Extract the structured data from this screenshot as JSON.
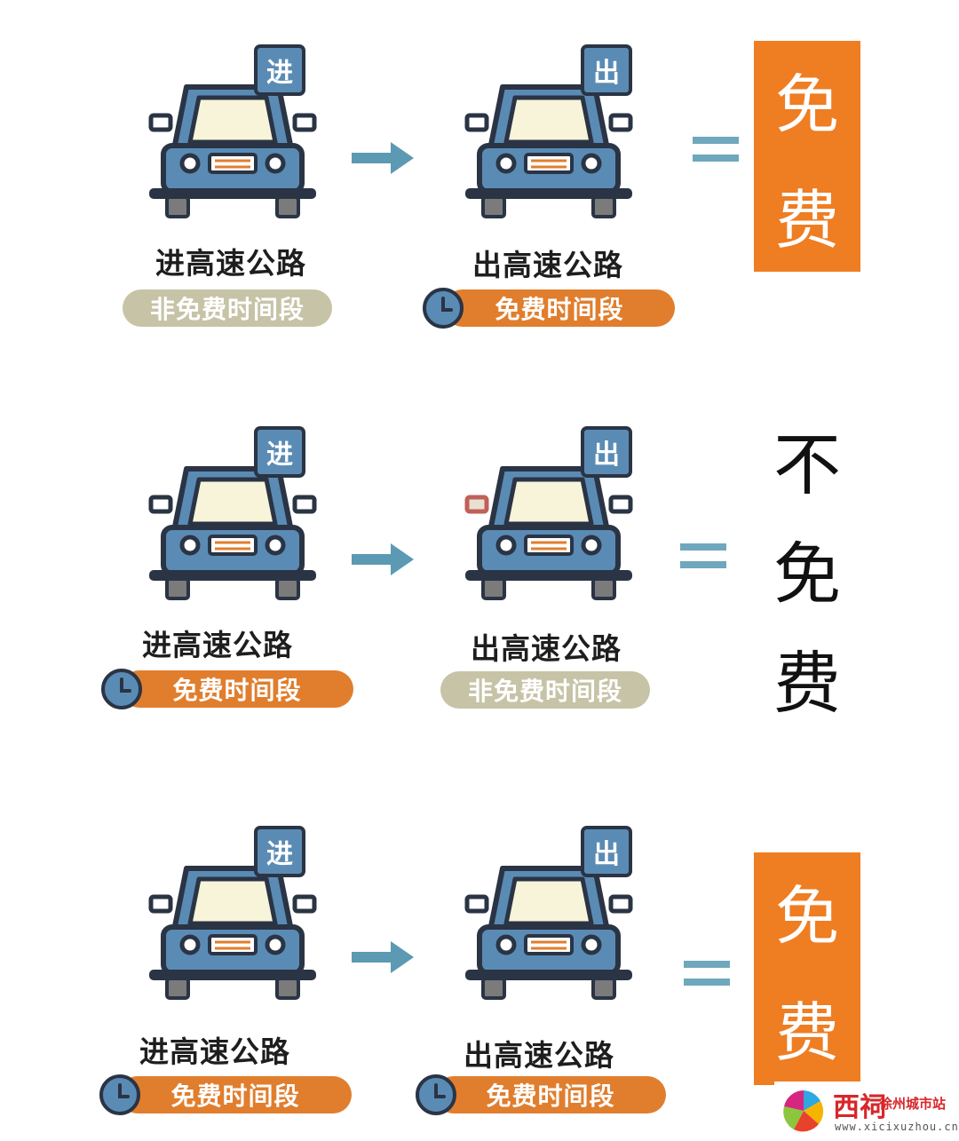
{
  "rows": [
    {
      "entry": {
        "badge": "进",
        "caption": "进高速公路",
        "period": "非免费时间段",
        "period_type": "nonfree"
      },
      "exit": {
        "badge": "出",
        "caption": "出高速公路",
        "period": "免费时间段",
        "period_type": "free"
      },
      "result": {
        "chars": [
          "免",
          "费"
        ],
        "style": "highlight"
      }
    },
    {
      "entry": {
        "badge": "进",
        "caption": "进高速公路",
        "period": "免费时间段",
        "period_type": "free"
      },
      "exit": {
        "badge": "出",
        "caption": "出高速公路",
        "period": "非免费时间段",
        "period_type": "nonfree"
      },
      "result": {
        "chars": [
          "不",
          "免",
          "费"
        ],
        "style": "plain"
      }
    },
    {
      "entry": {
        "badge": "进",
        "caption": "进高速公路",
        "period": "免费时间段",
        "period_type": "free"
      },
      "exit": {
        "badge": "出",
        "caption": "出高速公路",
        "period": "免费时间段",
        "period_type": "free"
      },
      "result": {
        "chars": [
          "免",
          "费"
        ],
        "style": "highlight"
      }
    }
  ],
  "watermark": {
    "brand": "西祠",
    "city": "徐州城市站",
    "url": "www.xicixuzhou.cn"
  },
  "colors": {
    "car_body": "#5a8bb5",
    "outline": "#2a3444",
    "windshield": "#f7f4d9",
    "free_pill": "#e07e2e",
    "nonfree_pill": "#c7c3a7",
    "result_box": "#ef7d22",
    "arrow": "#5b9ab2",
    "equals": "#6fa8bc"
  },
  "icons": [
    "car-icon",
    "clock-icon",
    "arrow-right-icon",
    "equals-icon"
  ]
}
